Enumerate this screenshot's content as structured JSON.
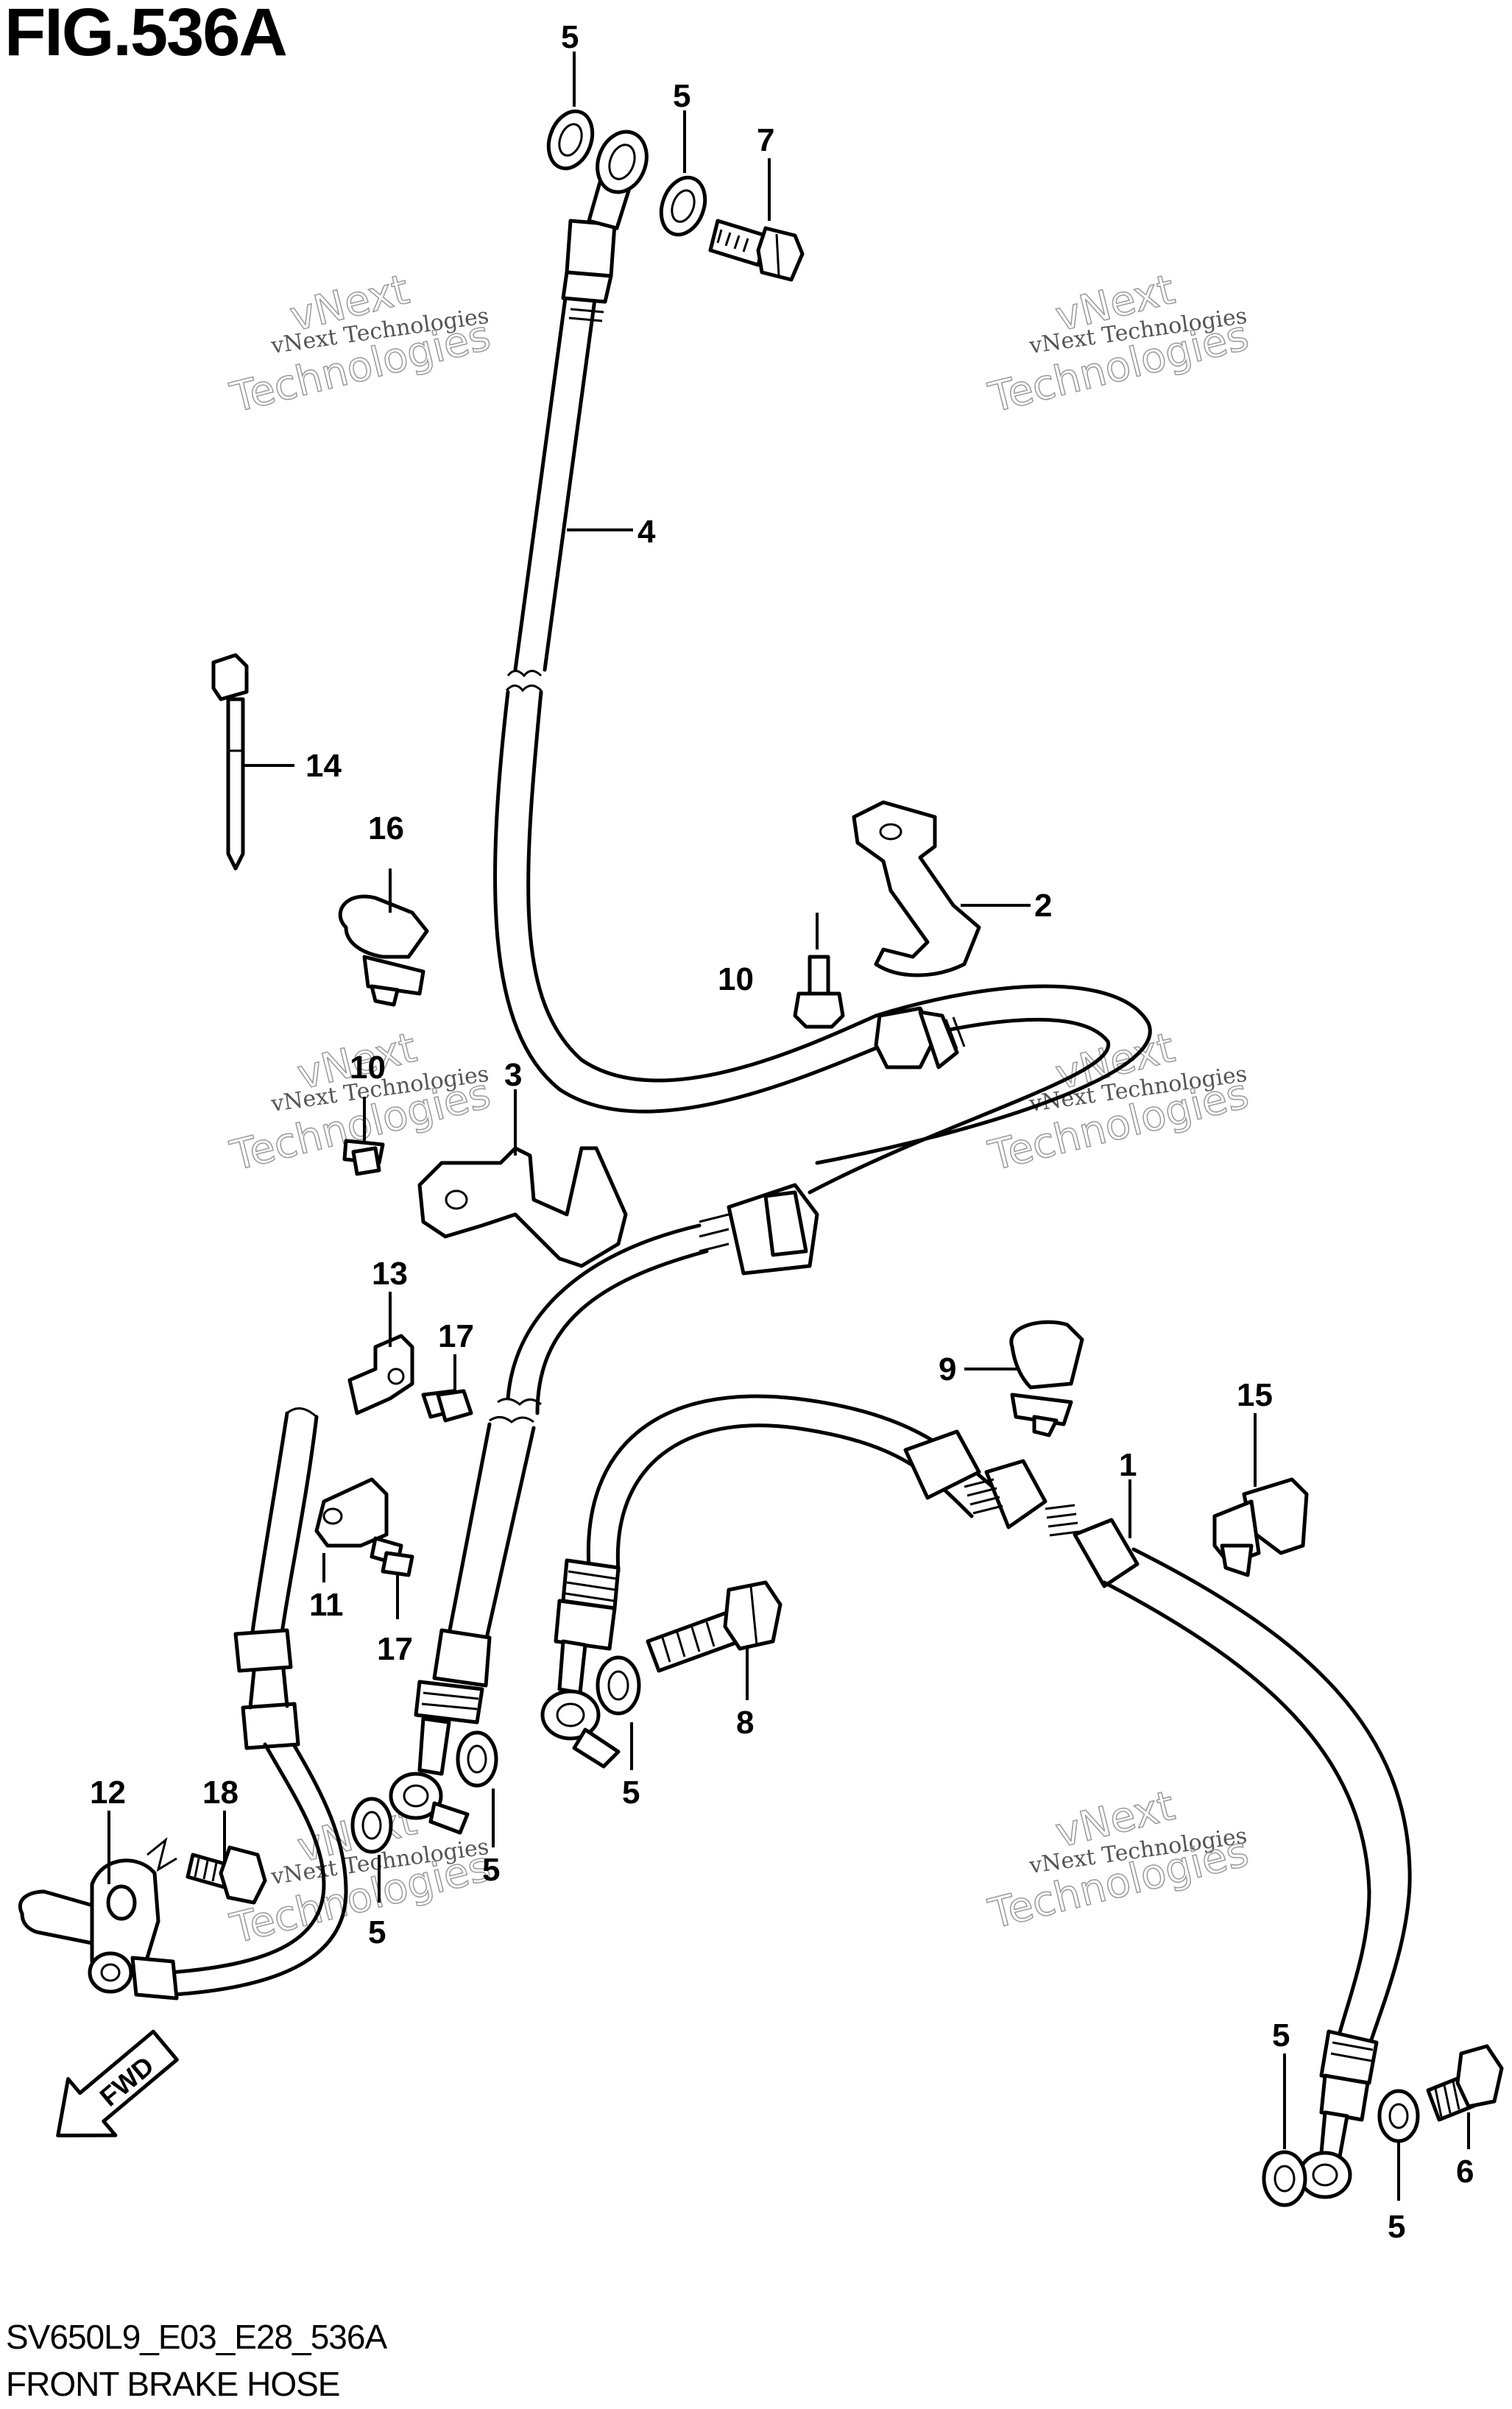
{
  "figure": {
    "title": "FIG.536A",
    "code": "SV650L9_E03_E28_536A",
    "name": "FRONT BRAKE HOSE",
    "direction_badge": "FWD"
  },
  "watermark": {
    "line1": "vNext Technologies",
    "line2": "vNext",
    "line3": "Technologies"
  },
  "callouts": {
    "c1": "1",
    "c2": "2",
    "c3": "3",
    "c4": "4",
    "c5a": "5",
    "c5b": "5",
    "c5c": "5",
    "c5d": "5",
    "c5e": "5",
    "c5f": "5",
    "c5g": "5",
    "c6": "6",
    "c7": "7",
    "c8": "8",
    "c9": "9",
    "c10a": "10",
    "c10b": "10",
    "c11": "11",
    "c12": "12",
    "c13": "13",
    "c14": "14",
    "c15": "15",
    "c16": "16",
    "c17a": "17",
    "c17b": "17",
    "c18": "18"
  }
}
